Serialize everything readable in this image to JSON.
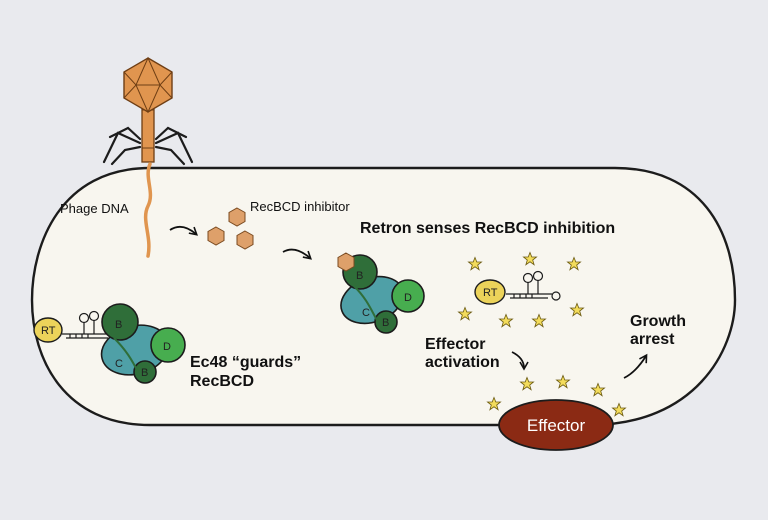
{
  "labels": {
    "phage_dna": "Phage DNA",
    "inhibitor": "RecBCD inhibitor",
    "retron_senses": "Retron senses RecBCD inhibition",
    "guards_line1": "Ec48 “guards”",
    "guards_line2": "RecBCD",
    "effector_activation_line1": "Effector",
    "effector_activation_line2": "activation",
    "growth_arrest_line1": "Growth",
    "growth_arrest_line2": "arrest",
    "effector": "Effector",
    "rt": "RT",
    "subunit_b": "B",
    "subunit_c": "C",
    "subunit_d": "D"
  },
  "colors": {
    "background": "#e9eaee",
    "cell_fill": "#f8f6ef",
    "cell_stroke": "#1c1c1c",
    "phage": "#e0954f",
    "phage_stroke": "#6e3e14",
    "inhibitor": "#dea06a",
    "subunit_b": "#2f6e39",
    "subunit_c": "#4fa0a7",
    "subunit_d": "#47ad4f",
    "rt": "#ecd35a",
    "effector": "#8b2a14",
    "star": "#f3dc5b"
  }
}
